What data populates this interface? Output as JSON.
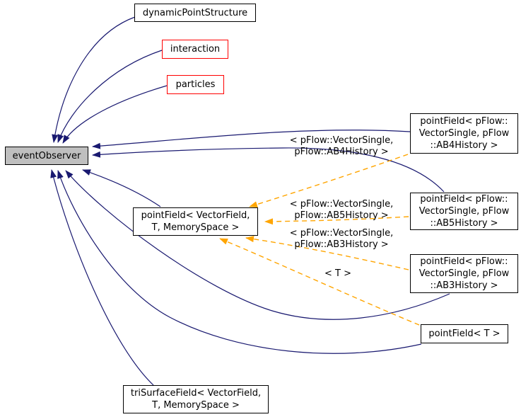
{
  "diagram": {
    "kind": "class-collaboration-graph",
    "colors": {
      "inheritance_edge": "#191970",
      "template_edge": "#ffa500",
      "selected_node_fill": "#bfbfbf",
      "node_border": "#000000",
      "truncated_node_border": "#ff0000",
      "background": "#ffffff"
    },
    "nodes": {
      "event_observer": {
        "label": "eventObserver"
      },
      "dynamic_point_structure": {
        "label": "dynamicPointStructure"
      },
      "interaction": {
        "label": "interaction"
      },
      "particles": {
        "label": "particles"
      },
      "point_field_generic": {
        "label": [
          "pointField< VectorField,",
          "T, MemorySpace >"
        ]
      },
      "point_field_ab4": {
        "label": [
          "pointField< pFlow::",
          "VectorSingle, pFlow",
          "::AB4History >"
        ]
      },
      "point_field_ab5": {
        "label": [
          "pointField< pFlow::",
          "VectorSingle, pFlow",
          "::AB5History >"
        ]
      },
      "point_field_ab3": {
        "label": [
          "pointField< pFlow::",
          "VectorSingle, pFlow",
          "::AB3History >"
        ]
      },
      "point_field_t": {
        "label": "pointField< T >"
      },
      "tri_surface_field": {
        "label": [
          "triSurfaceField< VectorField,",
          "T, MemorySpace >"
        ]
      }
    },
    "edge_labels": {
      "ab4_args": [
        "< pFlow::VectorSingle,",
        "pFlow::AB4History >"
      ],
      "ab5_args": [
        "< pFlow::VectorSingle,",
        "pFlow::AB5History >"
      ],
      "ab3_args": [
        "< pFlow::VectorSingle,",
        "pFlow::AB3History >"
      ],
      "t_args": "< T >"
    },
    "edges": [
      {
        "from": "dynamic_point_structure",
        "to": "event_observer",
        "type": "inheritance"
      },
      {
        "from": "interaction",
        "to": "event_observer",
        "type": "inheritance"
      },
      {
        "from": "particles",
        "to": "event_observer",
        "type": "inheritance"
      },
      {
        "from": "point_field_generic",
        "to": "event_observer",
        "type": "inheritance"
      },
      {
        "from": "point_field_ab4",
        "to": "event_observer",
        "type": "inheritance"
      },
      {
        "from": "point_field_ab5",
        "to": "event_observer",
        "type": "inheritance"
      },
      {
        "from": "point_field_ab3",
        "to": "event_observer",
        "type": "inheritance"
      },
      {
        "from": "point_field_t",
        "to": "event_observer",
        "type": "inheritance"
      },
      {
        "from": "tri_surface_field",
        "to": "event_observer",
        "type": "inheritance"
      },
      {
        "from": "point_field_ab4",
        "to": "point_field_generic",
        "type": "template-instance",
        "label": "ab4_args"
      },
      {
        "from": "point_field_ab5",
        "to": "point_field_generic",
        "type": "template-instance",
        "label": "ab5_args"
      },
      {
        "from": "point_field_ab3",
        "to": "point_field_generic",
        "type": "template-instance",
        "label": "ab3_args"
      },
      {
        "from": "point_field_t",
        "to": "point_field_generic",
        "type": "template-instance",
        "label": "t_args"
      }
    ]
  }
}
